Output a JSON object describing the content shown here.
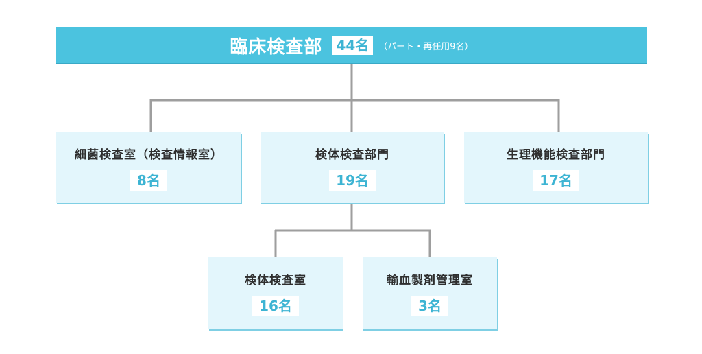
{
  "root": {
    "title": "臨床検査部",
    "count": "44名",
    "note": "（パート・再任用9名）"
  },
  "units": [
    {
      "title": "細菌検査室（検査情報室）",
      "count": "8名"
    },
    {
      "title": "検体検査部門",
      "count": "19名"
    },
    {
      "title": "生理機能検査部門",
      "count": "17名"
    }
  ],
  "subunits": [
    {
      "title": "検体検査室",
      "count": "16名"
    },
    {
      "title": "輸血製剤管理室",
      "count": "3名"
    }
  ],
  "colors": {
    "header_bg": "#4bc3df",
    "node_bg": "#e3f6fc",
    "count_text": "#3db4d3",
    "connector": "#9e9e9e"
  }
}
